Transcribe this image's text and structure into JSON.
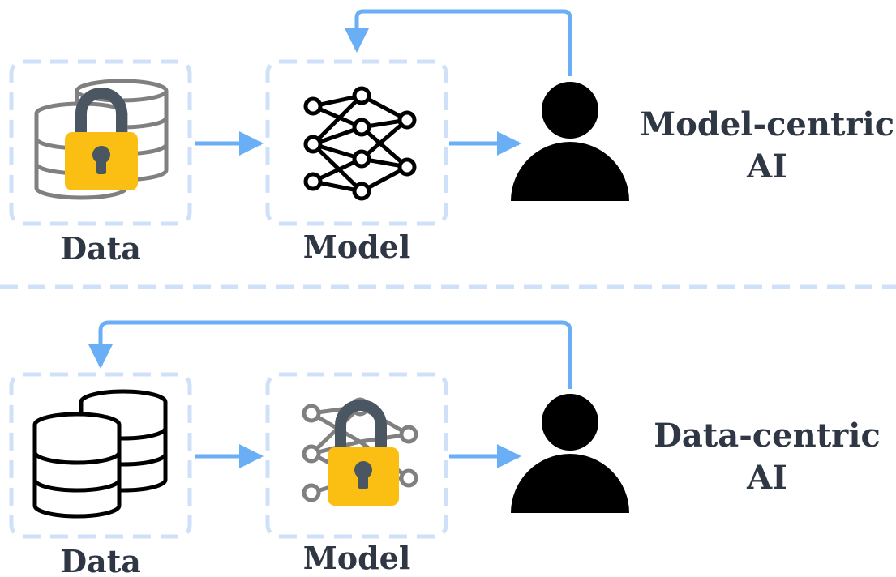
{
  "top_row": {
    "data_label": "Data",
    "model_label": "Model",
    "title_line1": "Model-centric",
    "title_line2": "AI"
  },
  "bottom_row": {
    "data_label": "Data",
    "model_label": "Model",
    "title_line1": "Data-centric",
    "title_line2": "AI"
  },
  "colors": {
    "arrow": "#6aaef5",
    "dashed_box": "#cfe1f8",
    "divider": "#cfe1f8",
    "lock_body": "#fbbf13",
    "lock_shackle": "#4a5662",
    "icon_dark": "#000000",
    "icon_grey": "#808080",
    "text": "#2f3744"
  },
  "icons": {
    "top_data": "database-locked-icon",
    "top_model": "neural-network-icon",
    "top_user": "user-icon",
    "bottom_data": "database-icon",
    "bottom_model": "neural-network-locked-icon",
    "bottom_user": "user-icon"
  }
}
